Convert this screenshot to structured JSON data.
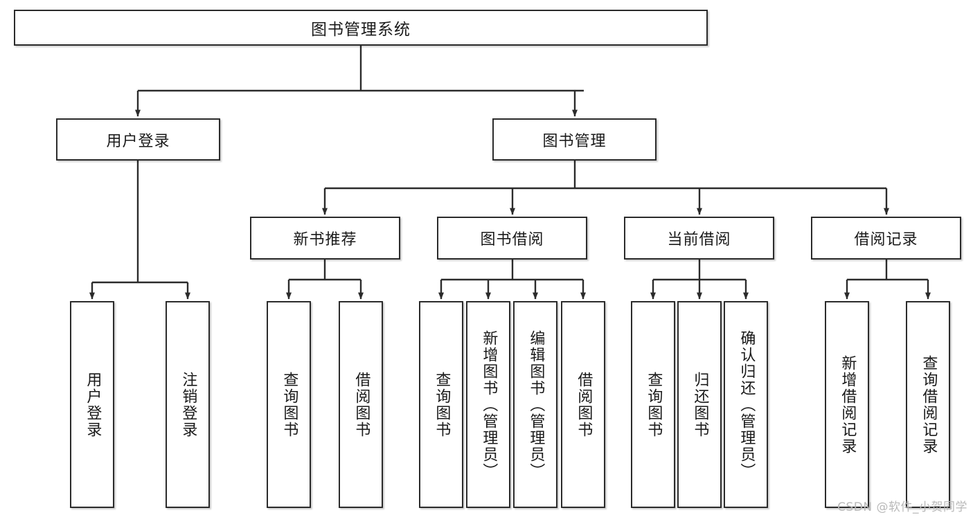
{
  "diagram": {
    "title": "图书管理系统",
    "type": "tree-hierarchy-diagram",
    "colors": {
      "box_border": "#2b2b2b",
      "box_fill": "#ffffff",
      "edge": "#2b2b2b",
      "text": "#1a1a1a",
      "watermark": "#b9b9b9",
      "background": "#ffffff"
    }
  },
  "root": {
    "label": "图书管理系统"
  },
  "level1": [
    {
      "label": "用户登录"
    },
    {
      "label": "图书管理"
    }
  ],
  "level2": [
    {
      "label": "新书推荐"
    },
    {
      "label": "图书借阅"
    },
    {
      "label": "当前借阅"
    },
    {
      "label": "借阅记录"
    }
  ],
  "leaves": {
    "user_login": [
      {
        "label": "用户登录"
      },
      {
        "label": "注销登录"
      }
    ],
    "new_book": [
      {
        "label": "查询图书"
      },
      {
        "label": "借阅图书"
      }
    ],
    "borrow_book": [
      {
        "label": "查询图书"
      },
      {
        "label": "新增图书（管理员）"
      },
      {
        "label": "编辑图书（管理员）"
      },
      {
        "label": "借阅图书"
      }
    ],
    "current_borrow": [
      {
        "label": "查询图书"
      },
      {
        "label": "归还图书"
      },
      {
        "label": "确认归还（管理员）"
      }
    ],
    "borrow_record": [
      {
        "label": "新增借阅记录"
      },
      {
        "label": "查询借阅记录"
      }
    ]
  },
  "watermark": {
    "text": "CSDN @软件_小贺同学"
  }
}
